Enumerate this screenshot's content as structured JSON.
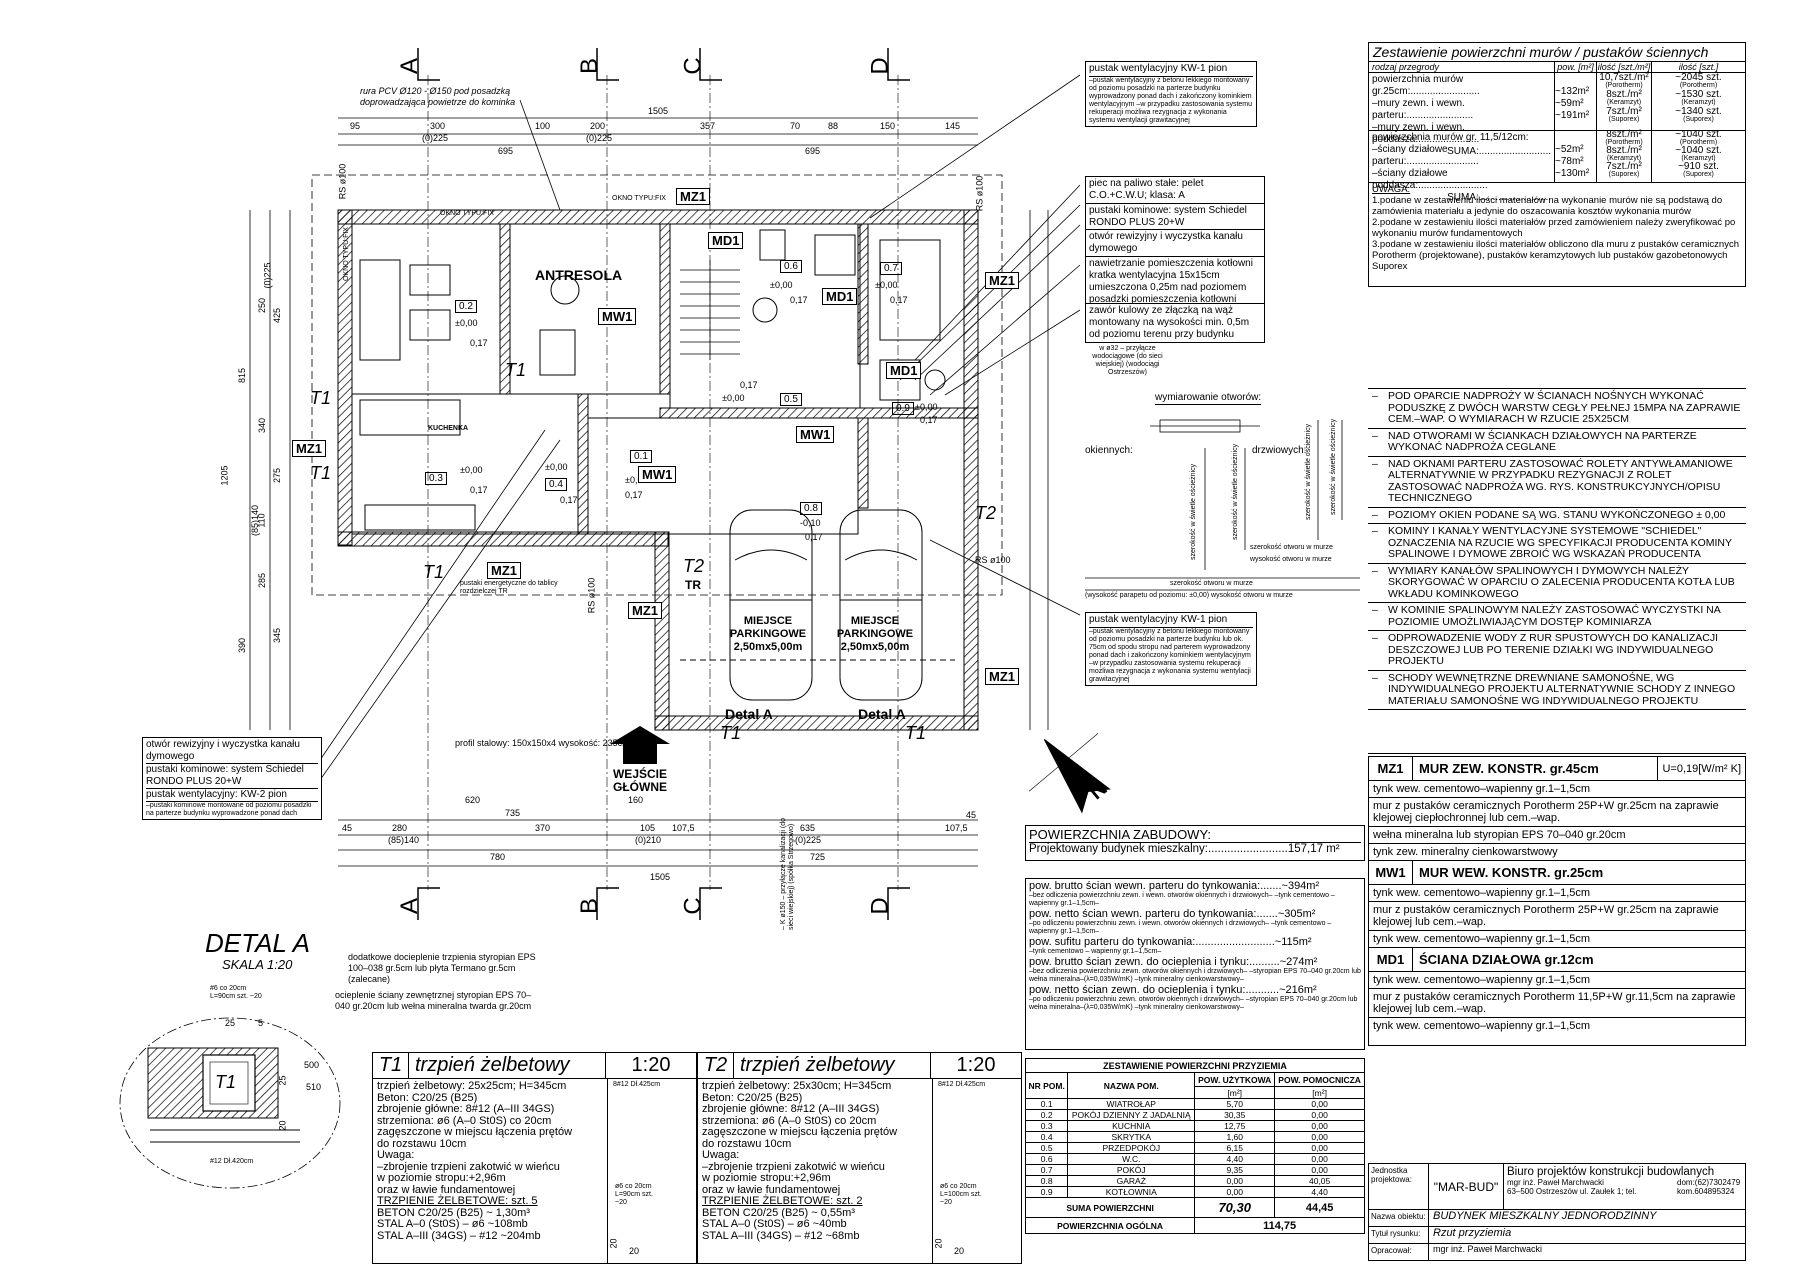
{
  "axes": {
    "top": [
      "A",
      "B",
      "C",
      "D"
    ],
    "bottom": [
      "A",
      "B",
      "C",
      "D"
    ]
  },
  "floorplan": {
    "top_dims": [
      "95",
      "300",
      "(0)225",
      "100",
      "200",
      "(0)225",
      "357",
      "70",
      "88",
      "150",
      "145"
    ],
    "top_total": "1505",
    "top_sub": [
      "695",
      "695"
    ],
    "left_dims": [
      "250",
      "(0)225",
      "425",
      "815",
      "340",
      "275",
      "110",
      "(85)140",
      "1205",
      "285",
      "345",
      "390"
    ],
    "bottom_dims": [
      "45",
      "280",
      "(85)140",
      "370",
      "105",
      "(0)210",
      "107,5",
      "635",
      "(0)225",
      "107,5",
      "45"
    ],
    "bottom_sub": [
      "620",
      "735",
      "160",
      "780",
      "725"
    ],
    "bottom_total": "1505",
    "rooms": [
      {
        "id": "0.2",
        "area": "±0,00",
        "sub": "0,17"
      },
      {
        "id": "0.3",
        "area": "±0,00",
        "sub": "0,17"
      },
      {
        "id": "0.4",
        "area": "±0,00",
        "sub": "0,17"
      },
      {
        "id": "0.1",
        "area": "±0,00",
        "sub": "0,17"
      },
      {
        "id": "0.5",
        "area": "±0,00",
        "sub": "0,17"
      },
      {
        "id": "0.6",
        "area": "±0,00",
        "sub": "0,17"
      },
      {
        "id": "0.7",
        "area": "±0,00",
        "sub": "0,17"
      },
      {
        "id": "0.8",
        "area": "-0,10",
        "sub": "0,17"
      },
      {
        "id": "0.9",
        "area": "±0,00",
        "sub": "0,17"
      }
    ],
    "labels": {
      "antresola": "ANTRESOLA",
      "mz1": "MZ1",
      "mw1": "MW1",
      "md1": "MD1",
      "t1": "T1",
      "t2": "T2",
      "tr": "TR",
      "parking": "MIEJSCE PARKINGOWE 2,50mx5,00m",
      "entrance": "WEJŚCIE GŁÓWNE",
      "detal": "Detal A",
      "rs": "RS ø100",
      "kuchenka": "KUCHENKA",
      "okno": "OKNO TYPU:FIX",
      "north": "N",
      "rura": "rura PCV Ø120 - Ø150 pod posadzką doprowadzająca powietrze do kominka",
      "profil": "profil stalowy: 150x150x4 wysokość: 235cm",
      "pustaki_en": "pustaki energetyczne do tablicy rozdzielczej TR",
      "ws": "w ø32 – przyłącze wodociągowe (do sieci wiejskiej) (wodociągi Ostrzeszów)",
      "k150": "– K ø150 – przyłącze kanalizacji (do sieci wiejskiej) (spółka Strzegowo)"
    }
  },
  "callouts": {
    "kw1_top_title": "pustak wentylacyjny KW-1 pion",
    "kw1_top_body": "–pustak wentylacyjny z betonu lekkiego montowany od poziomu posadzki na parterze budynku wyprowadzony ponad dach i zakończony kominkiem wentylacyjnym –w przypadku zastosowania systemu rekuperacji możliwa rezygnacja z wykonania systemu wentylacji grawitacyjnej",
    "piec": "piec na paliwo stałe: pelet C.O.+C.W.U; klasa: A",
    "pustaki_kom": "pustaki kominowe: system Schiedel RONDO PLUS 20+W",
    "otwor": "otwór rewizyjny i wyczystka kanału dymowego",
    "nawiew": "nawietrzanie pomieszczenia kotłowni kratka wentylacyjna 15x15cm umieszczona 0,25m nad poziomem posadzki pomieszczenia kotłowni",
    "zawor": "zawór kulowy ze złączką na wąż montowany na wysokości min. 0,5m od poziomu terenu przy budynku",
    "kw1_bot_title": "pustak wentylacyjny KW-1 pion",
    "kw1_bot_body": "–pustak wentylacyjny z betonu lekkiego montowany od poziomu posadzki na parterze budynku lub ok. 75cm od spodu stropu nad parterem wyprowadzony ponad dach i zakończony kominkiem wentylacyjnym –w przypadku zastosowania systemu rekuperacji możliwa rezygnacja z wykonania systemu wentylacji grawitacyjnej",
    "left_otwor": "otwór rewizyjny i wyczystka kanału dymowego",
    "left_pustaki": "pustaki kominowe: system Schiedel RONDO PLUS 20+W",
    "left_kw2": "pustak wentylacyjny: KW-2 pion",
    "left_body": "–pustaki kominowe montowane od poziomu posadzki na parterze budynku wyprowadzone ponad dach"
  },
  "openings": {
    "title": "wymiarowanie otworów:",
    "okienny": "okiennych:",
    "drzwiowy": "drzwiowych:",
    "v1": "szerokość w świetle ościeżnicy",
    "v2": "szerokość w świetle ościeżnicy",
    "v3": "szerokość w świetle ościeżnicy",
    "v4": "szerokość w świetle ościeżnicy",
    "l1": "szerokość otworu w murze",
    "l2": "wysokość otworu w murze",
    "l3": "szerokość otworu w murze",
    "l4": "(wysokość parapetu od poziomu: ±0,00) wysokość otworu w murze"
  },
  "walls_table": {
    "title": "Zestawienie powierzchni murów / pustaków ściennych",
    "h1": "rodzaj przegrody",
    "h2": "pow. [m²]",
    "h3": "ilość [szt./m²]",
    "h4": "ilość [szt.]",
    "g1": [
      "powierzchnia murów gr.25cm:.........................",
      "–mury zewn. i wewn. parteru:........................",
      "–mury zewn. i wewn. poddasza:......................",
      "SUMA:.........................."
    ],
    "g1_pow": [
      "",
      "~132m²",
      "~59m²",
      "~191m²"
    ],
    "g1_il": [
      "10,7szt./m²",
      "(Porotherm)",
      "8szt./m²",
      "(Keramzyt)",
      "7szt./m²",
      "(Suporex)"
    ],
    "g1_szt": [
      "~2045 szt.",
      "(Porotherm)",
      "~1530 szt.",
      "(Keramzyt)",
      "~1340 szt.",
      "(Suporex)"
    ],
    "g2": [
      "powierzchnia murów gr. 11,5/12cm:",
      "–ściany działowe parteru:..........................",
      "–ściany działowe poddasza:.........................",
      "SUMA:.........................."
    ],
    "g2_pow": [
      "",
      "~52m²",
      "~78m²",
      "~130m²"
    ],
    "g2_il": [
      "8szt./m²",
      "(Porotherm)",
      "8szt./m²",
      "(Keramzyt)",
      "7szt./m²",
      "(Suporex)"
    ],
    "g2_szt": [
      "~1040 szt.",
      "(Porotherm)",
      "~1040 szt.",
      "(Keramzyt)",
      "~910 szt.",
      "(Suporex)"
    ],
    "uwaga": "UWAGA:",
    "notes": [
      "1.podane w zestawieniu ilości materiałów na wykonanie murów nie są podstawą do zamówienia materiału a jedynie do oszacowania kosztów wykonania murów",
      "2.podane w zestawieniu ilości materiałów przed zamówieniem należy zweryfikować po wykonaniu murów fundamentowych",
      "3.podane w zestawieniu ilości materiałów obliczono dla muru z pustaków ceramicznych Porotherm (projektowane), pustaków keramzytowych lub pustaków gazobetonowych Suporex"
    ]
  },
  "notes": [
    "POD OPARCIE NADPROŻY W ŚCIANACH NOŚNYCH WYKONAĆ PODUSZKĘ Z DWÓCH WARSTW CEGŁY PEŁNEJ 15MPa NA ZAPRAWIE CEM.–WAP. O WYMIARACH W RZUCIE 25X25cm",
    "NAD OTWORAMI W ŚCIANKACH DZIAŁOWYCH NA PARTERZE WYKONAĆ NADPROŻA CEGLANE",
    "NAD OKNAMI PARTERU ZASTOSOWAĆ ROLETY ANTYWŁAMANIOWE ALTERNATYWNIE W PRZYPADKU REZYGNACJI Z ROLET ZASTOSOWAĆ NADPROŻA WG. RYS. KONSTRUKCYJNYCH/OPISU TECHNICZNEGO",
    "POZIOMY OKIEN PODANE SĄ WG. STANU WYKOŃCZONEGO ± 0,00",
    "KOMINY I KANAŁY WENTYLACYJNE SYSTEMOWE \"SCHIEDEL\" OZNACZENIA NA RZUCIE WG SPECYFIKACJI PRODUCENTA KOMINY SPALINOWE I DYMOWE ZBROIĆ WG WSKAZAŃ PRODUCENTA",
    "WYMIARY KANAŁÓW SPALINOWYCH I DYMOWYCH NALEŻY SKORYGOWAĆ W OPARCIU O ZALECENIA PRODUCENTA KOTŁA LUB WKŁADU KOMINKOWEGO",
    "W KOMINIE SPALINOWYM NALEŻY ZASTOSOWAĆ WYCZYSTKI NA POZIOMIE UMOŻLIWIAJĄCYM DOSTĘP KOMINIARZA",
    "ODPROWADZENIE WODY Z RUR SPUSTOWYCH DO KANALIZACJI DESZCZOWEJ LUB PO TERENIE DZIAŁKI WG INDYWIDUALNEGO PROJEKTU",
    "SCHODY WEWNĘTRZNE DREWNIANE SAMONOŚNE, WG INDYWIDUALNEGO PROJEKTU ALTERNATYWNIE SCHODY Z INNEGO MATERIAŁU SAMONOŚNE WG INDYWIDUALNEGO PROJEKTU"
  ],
  "materials": {
    "mz1": {
      "code": "MZ1",
      "name": "MUR ZEW. KONSTR. gr.45cm",
      "u": "U=0,19[W/m² K]",
      "rows": [
        "tynk wew. cementowo–wapienny gr.1–1,5cm",
        "mur z pustaków ceramicznych Porotherm 25P+W gr.25cm na zaprawie klejowej ciepłochronnej lub cem.–wap.",
        "wełna mineralna lub styropian EPS 70–040 gr.20cm",
        "tynk zew. mineralny cienkowarstwowy"
      ]
    },
    "mw1": {
      "code": "MW1",
      "name": "MUR WEW. KONSTR. gr.25cm",
      "rows": [
        "tynk wew. cementowo–wapienny gr.1–1,5cm",
        "mur z pustaków ceramicznych Porotherm 25P+W gr.25cm na zaprawie klejowej lub cem.–wap.",
        "tynk wew. cementowo–wapienny gr.1–1,5cm"
      ]
    },
    "md1": {
      "code": "MD1",
      "name": "ŚCIANA DZIAŁOWA gr.12cm",
      "rows": [
        "tynk wew. cementowo–wapienny gr.1–1,5cm",
        "mur z pustaków ceramicznych Porotherm 11,5P+W gr.11,5cm na zaprawie klejowej lub cem.–wap.",
        "tynk wew. cementowo–wapienny gr.1–1,5cm"
      ]
    }
  },
  "zabudowa": {
    "title": "POWIERZCHNIA ZABUDOWY:",
    "text": "Projektowany budynek mieszkalny:.........................157,17 m²"
  },
  "plaster": [
    {
      "main": "pow. brutto ścian wewn. parteru do tynkowania:.......~394m²",
      "sub": "–bez odliczenia powierzchniu zewn. i wewn. otworów okiennych i drzwiowych– –tynk cementowo – wapienny gr.1–1,5cm–"
    },
    {
      "main": "pow. netto ścian wewn. parteru do tynkowania:.......~305m²",
      "sub": "–po odliczeniu powierzchniu zewn. i wewn. otworów okiennych i drzwiowych– –tynk cementowo – wapienny gr.1–1,5cm–"
    },
    {
      "main": "pow. sufitu parteru do tynkowania:..........................~115m²",
      "sub": "–tynk cementowo – wapienny gr.1–1,5cm–"
    },
    {
      "main": "pow. brutto ścian zewn. do ocieplenia i tynku:..........~274m²",
      "sub": "–bez odliczenia powierzchniu zewn. otworów okiennych i drzwiowych– –styropian EPS 70–040 gr.20cm lub wełna mineralna–(λ=0,035W/mK) –tynk mineralny cienkowarstwowy–"
    },
    {
      "main": "pow. netto ścian zewn. do ocieplenia i tynku:...........~216m²",
      "sub": "–po odliczeniu powierzchniu zewn. otworów okiennych i drzwiowych– –styropian EPS 70–040 gr.20cm lub wełna mineralna–(λ=0,035W/mK) –tynk mineralny cienkowarstwowy–"
    }
  ],
  "rooms_table": {
    "title": "ZESTAWIENIE POWIERZCHNI PRZYZIEMIA",
    "headers": [
      "NR POM.",
      "NAZWA POM.",
      "POW. UŻYTKOWA",
      "POW. POMOCNICZA"
    ],
    "unit": "[m²]",
    "rows": [
      [
        "0.1",
        "WIATROŁAP",
        "5,70",
        "0,00"
      ],
      [
        "0.2",
        "POKÓJ DZIENNY Z JADALNIĄ",
        "30,35",
        "0,00"
      ],
      [
        "0.3",
        "KUCHNIA",
        "12,75",
        "0,00"
      ],
      [
        "0.4",
        "SKRYTKA",
        "1,60",
        "0,00"
      ],
      [
        "0.5",
        "PRZEDPOKÓJ",
        "6,15",
        "0,00"
      ],
      [
        "0.6",
        "W.C.",
        "4,40",
        "0,00"
      ],
      [
        "0.7",
        "POKÓJ",
        "9,35",
        "0,00"
      ],
      [
        "0.8",
        "GARAŻ",
        "0,00",
        "40,05"
      ],
      [
        "0.9",
        "KOTŁOWNIA",
        "0,00",
        "4,40"
      ]
    ],
    "sum_label": "SUMA POWIERZCHNI",
    "sum_u": "70,30",
    "sum_p": "44,45",
    "total_label": "POWIERZCHNIA OGÓLNA",
    "total": "114,75"
  },
  "detal": {
    "title": "DETAL A",
    "scale": "SKALA 1:20",
    "t1": "dodatkowe docieplenie trzpienia styropian EPS 100–038 gr.5cm lub płyta Termano gr.5cm (zalecane)",
    "t2": "ocieplenie ściany zewnętrznej styropian EPS 70–040 gr.20cm lub wełna mineralna twarda gr.20cm",
    "rebar": "#6 co 20cm L=90cm szt. ~20",
    "d1": "25",
    "d2": "5",
    "d3": "500",
    "d4": "510",
    "d5": "25",
    "d6": "20",
    "bar": "#12 Dł.420cm"
  },
  "t1_box": {
    "n": "T1",
    "title": "trzpień żelbetowy",
    "scale": "1:20",
    "lines": [
      "trzpień żelbetowy: 25x25cm; H=345cm",
      "Beton: C20/25 (B25)",
      "zbrojenie główne: 8#12 (A–III 34GS)",
      "strzemiona: ø6 (A–0 St0S) co 20cm",
      "zagęszczone w miejscu łączenia prętów",
      "do rozstawu 10cm",
      "Uwaga:",
      "–zbrojenie trzpieni zakotwić w wieńcu",
      "w poziomie stropu:+2,96m",
      "oraz w ławie fundamentowej",
      "TRZPIENIE ŻELBETOWE: szt. 5",
      "BETON C20/25 (B25) ~ 1,30m³",
      "STAL A–0 (St0S) – ø6 ~108mb",
      "STAL A–III (34GS) – #12 ~204mb"
    ],
    "bar": "8#12 Dł.425cm",
    "st": "ø6 co 20cm L=90cm szt. ~20",
    "d": "20"
  },
  "t2_box": {
    "n": "T2",
    "title": "trzpień żelbetowy",
    "scale": "1:20",
    "lines": [
      "trzpień żelbetowy: 25x30cm; H=345cm",
      "Beton: C20/25 (B25)",
      "zbrojenie główne: 8#12 (A–III 34GS)",
      "strzemiona: ø6 (A–0 St0S) co 20cm",
      "zagęszczone w miejscu łączenia prętów",
      "do rozstawu 10cm",
      "Uwaga:",
      "–zbrojenie trzpieni zakotwić w wieńcu",
      "w poziomie stropu:+2,96m",
      "oraz w ławie fundamentowej",
      "TRZPIENIE ŻELBETOWE: szt. 2",
      "BETON C20/25 (B25) ~ 0,55m³",
      "STAL A–0 (St0S) – ø6 ~40mb",
      "STAL A–III (34GS) – #12 ~68mb"
    ],
    "bar": "8#12 Dł.425cm",
    "st": "ø6 co 20cm L=100cm szt. ~20",
    "d": "20"
  },
  "title_block": {
    "jednostka": "Jednostka projektowa:",
    "logo": "\"MAR-BUD\"",
    "firm": "Biuro projektów konstrukcji budowlanych",
    "owner": "mgr inż. Paweł Marchwacki",
    "address": "63–500 Ostrzeszów ul. Zaułek 1; tel.",
    "tel": "dom:(62)7302479 kom.604895324",
    "obiekt_l": "Nazwa obiektu:",
    "obiekt": "BUDYNEK MIESZKALNY JEDNORODZINNY",
    "rys_l": "Tytuł rysunku:",
    "rys": "Rzut przyziemia",
    "opr_l": "Opracował:",
    "opr": "mgr inż. Paweł Marchwacki"
  }
}
